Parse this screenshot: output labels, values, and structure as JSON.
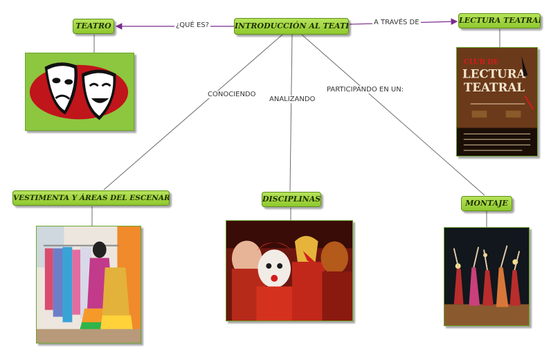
{
  "nodes": {
    "center": "INTRODUCCIÓN AL TEATRO",
    "teatro": "TEATRO",
    "lectura": "LECTURA TEATRAL",
    "vestimenta": "VESTIMENTA Y ÁREAS DEL ESCENARIO",
    "disciplinas": "DISCIPLINAS",
    "montaje": "MONTAJE"
  },
  "links": {
    "que_es": "¿QUÉ ES?",
    "a_traves_de": "A TRAVÉS DE",
    "conociendo": "CONOCIENDO",
    "analizando": "ANALIZANDO",
    "participando": "PARTICIPANDO EN UN:"
  },
  "images": {
    "masks": "theater-masks-image",
    "poster": "lectura-teatral-poster-image",
    "poster_text": {
      "club": "CLUB DE",
      "line1": "LECTURA",
      "line2": "TEATRAL"
    },
    "costumes": "costumes-rack-photo",
    "clowns": "masked-actors-photo",
    "dance": "stage-dancers-photo"
  },
  "colors": {
    "node_green": "#9ed447",
    "link_purple": "#7a2a8c",
    "line_gray": "#6b6b6b",
    "poster_brown": "#5a2e14",
    "mask_red": "#c0151b"
  }
}
